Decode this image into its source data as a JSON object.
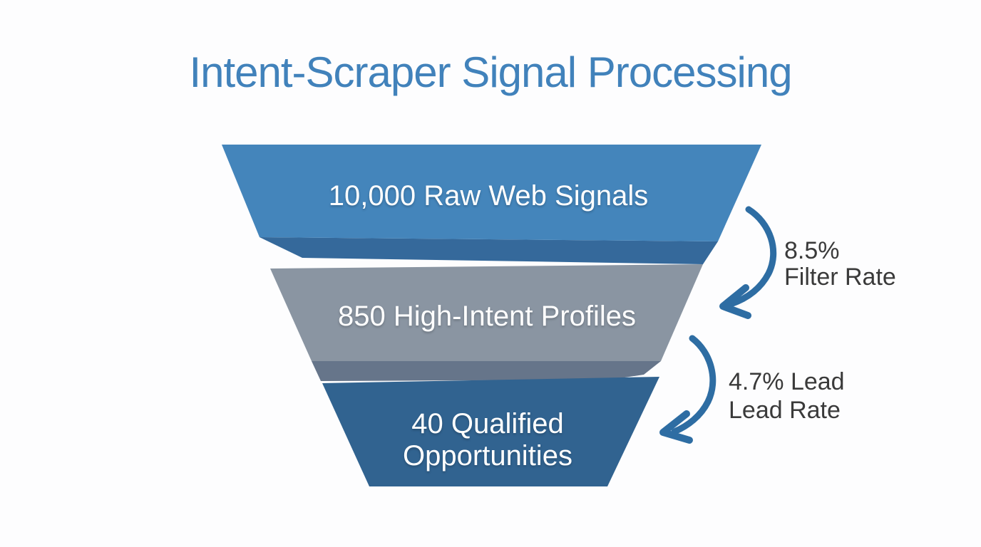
{
  "title": {
    "text": "Intent-Scraper Signal Processing",
    "color": "#4182bb"
  },
  "funnel": {
    "stage1": {
      "label": "10,000 Raw Web Signals",
      "value": "10,000",
      "fill": "#4485bb",
      "edge": "#35699b"
    },
    "stage2": {
      "label": "850 High-Intent Profiles",
      "value": "850",
      "fill": "#8a95a2",
      "edge": "#66758a"
    },
    "stage3": {
      "label_line1": "40 Qualified",
      "label_line2": "Opportunities",
      "value": "40",
      "fill": "#316390"
    }
  },
  "annotations": {
    "arrow_color": "#2e6da3",
    "text_color": "#3a3a3a",
    "filter_rate": {
      "line1": "8.5%",
      "line2": "Filter Rate"
    },
    "lead_rate": {
      "line1": "4.7% Lead",
      "line2": "Lead Rate"
    }
  },
  "chart_data": {
    "type": "funnel",
    "title": "Intent-Scraper Signal Processing",
    "stages": [
      {
        "label": "10,000 Raw Web Signals",
        "value": 10000,
        "color": "#4485bb"
      },
      {
        "label": "850 High-Intent Profiles",
        "value": 850,
        "color": "#8a95a2"
      },
      {
        "label": "40 Qualified Opportunities",
        "value": 40,
        "color": "#316390"
      }
    ],
    "annotations": [
      {
        "text": "8.5% Filter Rate",
        "position": "between stage 1 and 2",
        "arrow": "curved, pointing down-left"
      },
      {
        "text": "4.7% Lead Lead Rate",
        "position": "between stage 2 and 3",
        "arrow": "curved, pointing down-left"
      }
    ],
    "layout": {
      "orientation": "top-down",
      "style": "3d-trapezoid segments",
      "background": "#fdfdfe"
    }
  }
}
